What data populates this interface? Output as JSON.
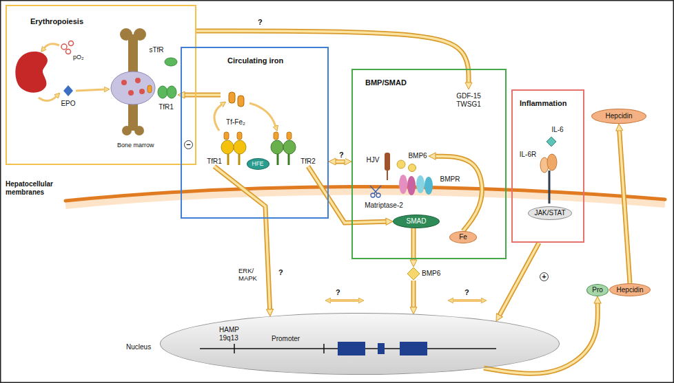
{
  "diagram": {
    "nodes": [
      {
        "text": [
          "Erythropoiesis"
        ]
      },
      {
        "text": [
          "EPO"
        ],
        "in": 0
      },
      {
        "text": [
          "sTfR"
        ],
        "in": 0
      },
      {
        "text": [
          "TfR1"
        ],
        "in": 0
      },
      {
        "text": [
          "Circulating iron"
        ]
      },
      {
        "text": [
          "Tf-Fe₂"
        ],
        "in": 4
      },
      {
        "text": [
          "HFE"
        ],
        "in": 4
      },
      {
        "text": [
          "TfR1"
        ],
        "in": 4
      },
      {
        "text": [
          "TfR2"
        ],
        "in": 4
      },
      {
        "text": [
          "BMP/SMAD"
        ]
      },
      {
        "text": [
          "HJV"
        ],
        "in": 9
      },
      {
        "text": [
          "BMP6"
        ],
        "in": 9
      },
      {
        "text": [
          "BMPR"
        ],
        "in": 9
      },
      {
        "text": [
          "Matriptase-2"
        ],
        "in": 9
      },
      {
        "text": [
          "SMAD"
        ],
        "in": 9
      },
      {
        "text": [
          "Fe"
        ],
        "in": 9
      },
      {
        "text": [
          "GDF-15 TWSG1"
        ],
        "in": 9
      },
      {
        "text": [
          "Inflammation"
        ]
      },
      {
        "text": [
          "IL-6"
        ],
        "in": 17
      },
      {
        "text": [
          "IL-6R"
        ],
        "in": 17
      },
      {
        "text": [
          "JAK/STAT"
        ],
        "in": 17
      },
      {
        "text": [
          "Hepcidin"
        ]
      },
      {
        "text": [
          "BMP6"
        ]
      },
      {
        "text": [
          "Nucleus"
        ]
      },
      {
        "text": [
          "Pro"
        ]
      },
      {
        "text": [
          "Hepcidin"
        ]
      }
    ],
    "edges": [
      {
        "from": 0,
        "to": 16,
        "arrow": "to",
        "label": "?"
      },
      {
        "from": 5,
        "to": 3,
        "arrow": "to"
      },
      {
        "from": 4,
        "to": 9,
        "arrow": "both",
        "label": "?"
      },
      {
        "from": 7,
        "to": 23,
        "arrow": "to"
      },
      {
        "from": 8,
        "to": 14,
        "arrow": "to"
      },
      {
        "from": 14,
        "to": 22,
        "arrow": "to"
      },
      {
        "from": 22,
        "to": 23,
        "arrow": "to"
      },
      {
        "from": 15,
        "to": 11,
        "arrow": "to"
      },
      {
        "from": 17,
        "to": 23,
        "arrow": "to"
      },
      {
        "from": 23,
        "to": 24,
        "arrow": "to"
      },
      {
        "from": 25,
        "to": 21,
        "arrow": "to"
      }
    ],
    "labels": [
      "pO₂",
      "Bone marrow",
      "−",
      "Hepatocellular membranes",
      "ERK/ MAPK",
      "?",
      "?",
      "?",
      "+",
      "HAMP 19q13",
      "Promoter"
    ]
  }
}
